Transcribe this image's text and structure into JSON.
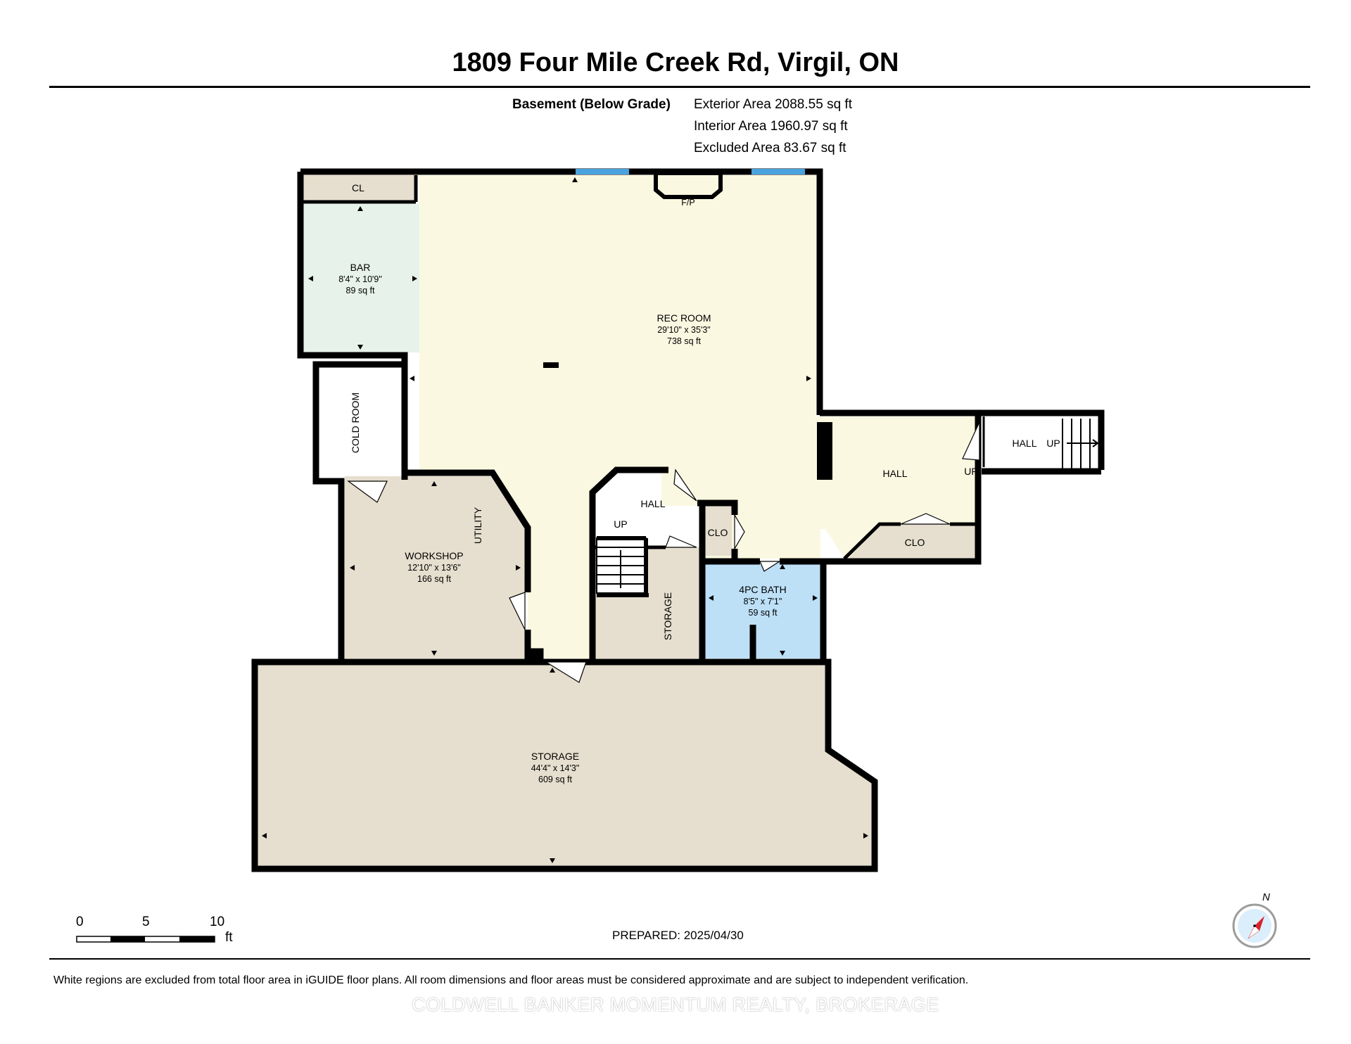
{
  "header": {
    "title": "1809 Four Mile Creek Rd, Virgil, ON"
  },
  "floor": {
    "name": "Basement (Below Grade)",
    "exterior_area": "Exterior Area 2088.55 sq ft",
    "interior_area": "Interior Area 1960.97 sq ft",
    "excluded_area": "Excluded Area 83.67 sq ft"
  },
  "rooms": {
    "cl": {
      "name": "CL"
    },
    "bar": {
      "name": "BAR",
      "dims": "8'4\" x 10'9\"",
      "area": "89 sq ft"
    },
    "fireplace": {
      "name": "F/P"
    },
    "rec_room": {
      "name": "REC ROOM",
      "dims": "29'10\" x 35'3\"",
      "area": "738 sq ft"
    },
    "cold_room": {
      "name": "COLD ROOM"
    },
    "utility": {
      "name": "UTILITY"
    },
    "workshop": {
      "name": "WORKSHOP",
      "dims": "12'10\" x 13'6\"",
      "area": "166 sq ft"
    },
    "hall_center": {
      "name": "HALL",
      "stairs": "UP"
    },
    "clo_small": {
      "name": "CLO"
    },
    "storage_small": {
      "name": "STORAGE"
    },
    "bath": {
      "name": "4PC BATH",
      "dims": "8'5\" x 7'1\"",
      "area": "59 sq ft"
    },
    "hall_east": {
      "name": "HALL",
      "stairs": "UP"
    },
    "clo_east": {
      "name": "CLO"
    },
    "hall_ext": {
      "name": "HALL",
      "stairs": "UP"
    },
    "storage_big": {
      "name": "STORAGE",
      "dims": "44'4\" x 14'3\"",
      "area": "609 sq ft"
    }
  },
  "colors": {
    "wall": "#000000",
    "rec_room": "#fbf8e1",
    "bar": "#e6f2ea",
    "storage": "#e6dece",
    "bath": "#bde0f7",
    "closet": "#e6dece",
    "window": "#4aa3df"
  },
  "scale_bar": {
    "label_0": "0",
    "label_5": "5",
    "label_10": "10",
    "unit": "ft"
  },
  "prepared": "PREPARED: 2025/04/30",
  "compass": {
    "label": "N",
    "icon": "compass-icon"
  },
  "footer": {
    "disclaimer": "White regions are excluded from total floor area in iGUIDE floor plans. All room dimensions and floor areas must be considered approximate and are subject to independent verification.",
    "brokerage": "COLDWELL BANKER MOMENTUM REALTY, BROKERAGE"
  }
}
